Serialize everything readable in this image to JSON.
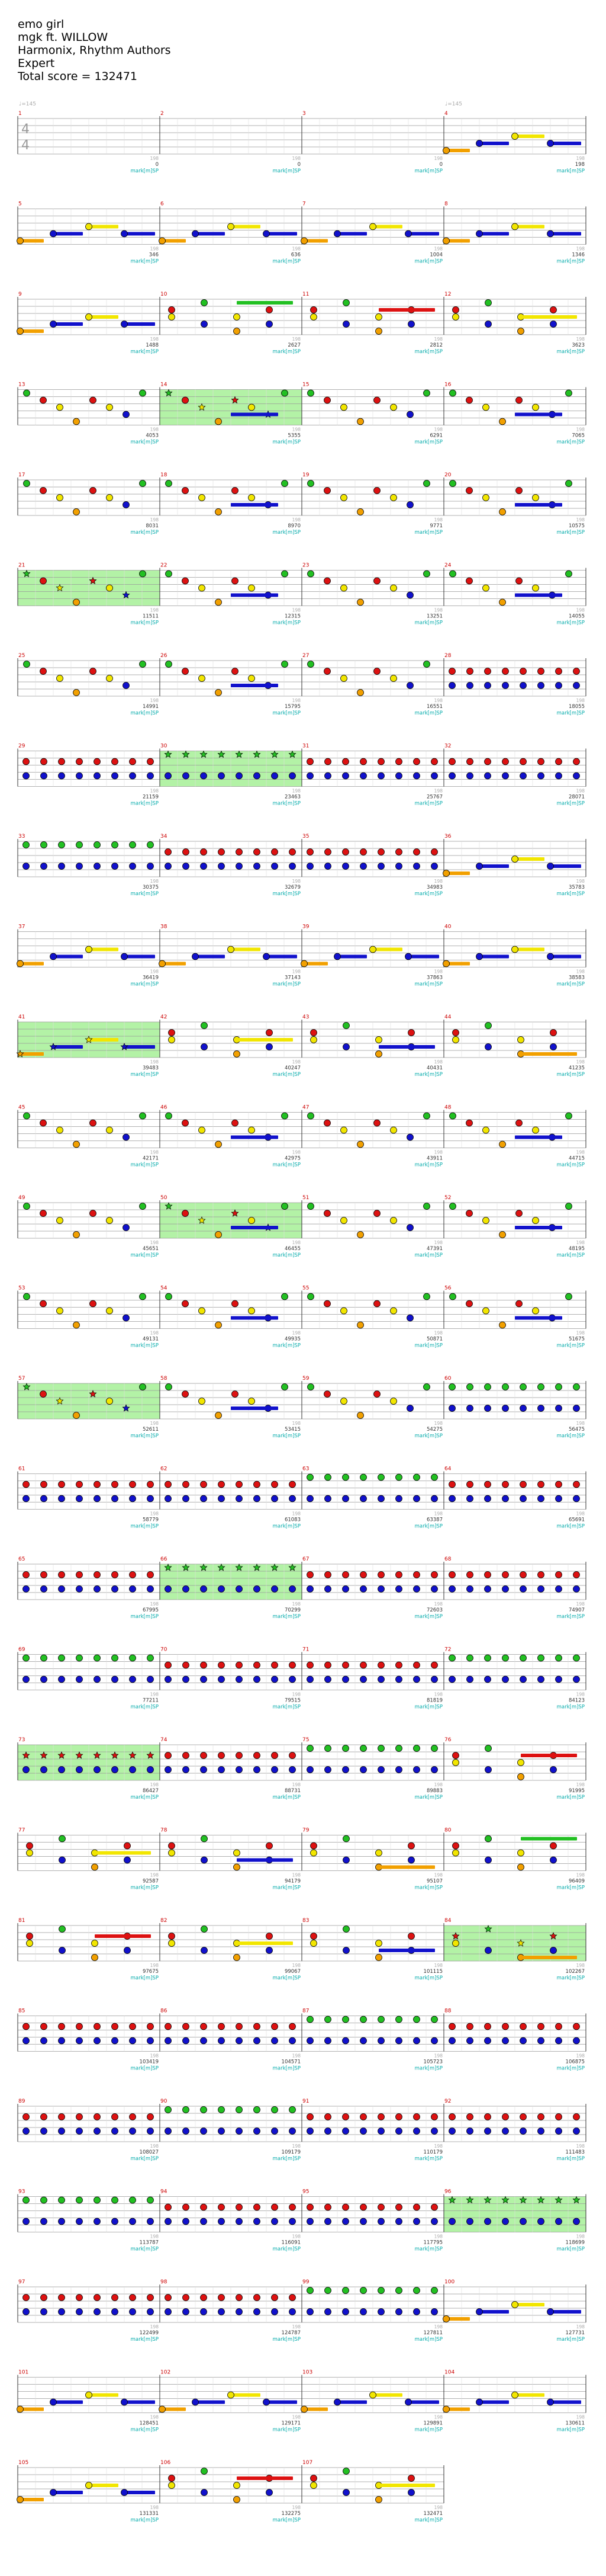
{
  "song": {
    "title": "emo girl",
    "artist": "mgk ft. WILLOW",
    "charters": "Harmonix, Rhythm Authors",
    "difficulty": "Expert",
    "total_score_label": "Total score = ",
    "total_score": "132471"
  },
  "notation": {
    "tempo_first": "♩=145",
    "tempo_last": "♩=145",
    "time_sig": [
      "4",
      "4"
    ]
  },
  "colors": {
    "green": "#22c022",
    "red": "#dd1111",
    "yellow": "#f2e600",
    "blue": "#1111cc",
    "orange": "#f2a000",
    "measure_number": "#cc0000",
    "score": "#008800",
    "multiplier": "#00aaaa"
  },
  "measures": [
    {
      "n": 1,
      "score": 0
    },
    {
      "n": 2,
      "score": 0
    },
    {
      "n": 3,
      "score": 0
    },
    {
      "n": 4,
      "score": 198
    },
    {
      "n": 5,
      "score": 346
    },
    {
      "n": 6,
      "score": 636
    },
    {
      "n": 7,
      "score": 1004
    },
    {
      "n": 8,
      "score": 1346
    },
    {
      "n": 9,
      "score": 1488
    },
    {
      "n": 10,
      "score": 2627
    },
    {
      "n": 11,
      "score": 2812
    },
    {
      "n": 12,
      "score": 3623
    },
    {
      "n": 13,
      "score": 4053
    },
    {
      "n": 14,
      "score": 5355
    },
    {
      "n": 15,
      "score": 6291
    },
    {
      "n": 16,
      "score": 7065
    },
    {
      "n": 17,
      "score": 8031
    },
    {
      "n": 18,
      "score": 8970
    },
    {
      "n": 19,
      "score": 9771
    },
    {
      "n": 20,
      "score": 10575
    },
    {
      "n": 21,
      "score": 11511
    },
    {
      "n": 22,
      "score": 12315
    },
    {
      "n": 23,
      "score": 13251
    },
    {
      "n": 24,
      "score": 14055
    },
    {
      "n": 25,
      "score": 14991
    },
    {
      "n": 26,
      "score": 15795
    },
    {
      "n": 27,
      "score": 16551
    },
    {
      "n": 28,
      "score": 18055
    },
    {
      "n": 29,
      "score": 21159
    },
    {
      "n": 30,
      "score": 23463
    },
    {
      "n": 31,
      "score": 25767
    },
    {
      "n": 32,
      "score": 28071
    },
    {
      "n": 33,
      "score": 30375
    },
    {
      "n": 34,
      "score": 32679
    },
    {
      "n": 35,
      "score": 34983
    },
    {
      "n": 36,
      "score": 35783
    },
    {
      "n": 37,
      "score": 36419
    },
    {
      "n": 38,
      "score": 37143
    },
    {
      "n": 39,
      "score": 37863
    },
    {
      "n": 40,
      "score": 38583
    },
    {
      "n": 41,
      "score": 39483
    },
    {
      "n": 42,
      "score": 40247
    },
    {
      "n": 43,
      "score": 40431
    },
    {
      "n": 44,
      "score": 41235
    },
    {
      "n": 45,
      "score": 42171
    },
    {
      "n": 46,
      "score": 42975
    },
    {
      "n": 47,
      "score": 43911
    },
    {
      "n": 48,
      "score": 44715
    },
    {
      "n": 49,
      "score": 45651
    },
    {
      "n": 50,
      "score": 46455
    },
    {
      "n": 51,
      "score": 47391
    },
    {
      "n": 52,
      "score": 48195
    },
    {
      "n": 53,
      "score": 49131
    },
    {
      "n": 54,
      "score": 49935
    },
    {
      "n": 55,
      "score": 50871
    },
    {
      "n": 56,
      "score": 51675
    },
    {
      "n": 57,
      "score": 52611
    },
    {
      "n": 58,
      "score": 53415
    },
    {
      "n": 59,
      "score": 54275
    },
    {
      "n": 60,
      "score": 56475
    },
    {
      "n": 61,
      "score": 58779
    },
    {
      "n": 62,
      "score": 61083
    },
    {
      "n": 63,
      "score": 63387
    },
    {
      "n": 64,
      "score": 65691
    },
    {
      "n": 65,
      "score": 67995
    },
    {
      "n": 66,
      "score": 70299
    },
    {
      "n": 67,
      "score": 72603
    },
    {
      "n": 68,
      "score": 74907
    },
    {
      "n": 69,
      "score": 77211
    },
    {
      "n": 70,
      "score": 79515
    },
    {
      "n": 71,
      "score": 81819
    },
    {
      "n": 72,
      "score": 84123
    },
    {
      "n": 73,
      "score": 86427
    },
    {
      "n": 74,
      "score": 88731
    },
    {
      "n": 75,
      "score": 89883
    },
    {
      "n": 76,
      "score": 91995
    },
    {
      "n": 77,
      "score": 92587
    },
    {
      "n": 78,
      "score": 94179
    },
    {
      "n": 79,
      "score": 95107
    },
    {
      "n": 80,
      "score": 96409
    },
    {
      "n": 81,
      "score": 97675
    },
    {
      "n": 82,
      "score": 99067
    },
    {
      "n": 83,
      "score": 101115
    },
    {
      "n": 84,
      "score": 102267
    },
    {
      "n": 85,
      "score": 103419
    },
    {
      "n": 86,
      "score": 104571
    },
    {
      "n": 87,
      "score": 105723
    },
    {
      "n": 88,
      "score": 106875
    },
    {
      "n": 89,
      "score": 108027
    },
    {
      "n": 90,
      "score": 109179
    },
    {
      "n": 91,
      "score": 110179
    },
    {
      "n": 92,
      "score": 111483
    },
    {
      "n": 93,
      "score": 113787
    },
    {
      "n": 94,
      "score": 116091
    },
    {
      "n": 95,
      "score": 117795
    },
    {
      "n": 96,
      "score": 118699
    },
    {
      "n": 97,
      "score": 122499
    },
    {
      "n": 98,
      "score": 124787
    },
    {
      "n": 99,
      "score": 127811
    },
    {
      "n": 100,
      "score": 127731
    },
    {
      "n": 101,
      "score": 128451
    },
    {
      "n": 102,
      "score": 129171
    },
    {
      "n": 103,
      "score": 129891
    },
    {
      "n": 104,
      "score": 130611
    },
    {
      "n": 105,
      "score": 131331
    },
    {
      "n": 106,
      "score": 132275
    },
    {
      "n": 107,
      "score": 132471
    }
  ],
  "tick_label": "198",
  "multiplier_label": "mark[m]SP",
  "star_power_measures": [
    14,
    21,
    30,
    41,
    50,
    57,
    66,
    73,
    84,
    96
  ],
  "patterns": {
    "A": {
      "measures": [
        4,
        5,
        6,
        7,
        8,
        9,
        36,
        37,
        38,
        39,
        40,
        41,
        100,
        101,
        102,
        103,
        104,
        105
      ],
      "notes": "sustains O-B-Y-B"
    },
    "B": {
      "measures": [
        13,
        14,
        15,
        16,
        17,
        18,
        19,
        20,
        21,
        22,
        23,
        24,
        25,
        26,
        27,
        45,
        46,
        47,
        48,
        49,
        50,
        51,
        52,
        53,
        54,
        55,
        56,
        57,
        58,
        59
      ],
      "notes": "G-R-Y-O chords"
    },
    "C": {
      "measures": [
        28,
        29,
        30,
        31,
        32,
        33,
        34,
        35,
        60,
        61,
        62,
        63,
        64,
        65,
        66,
        67,
        68,
        69,
        70,
        71,
        72,
        73,
        74,
        75,
        85,
        86,
        87,
        88,
        89,
        90,
        91,
        92,
        93,
        94,
        95,
        96,
        97,
        98,
        99
      ],
      "notes": "eighth-note rows"
    }
  }
}
